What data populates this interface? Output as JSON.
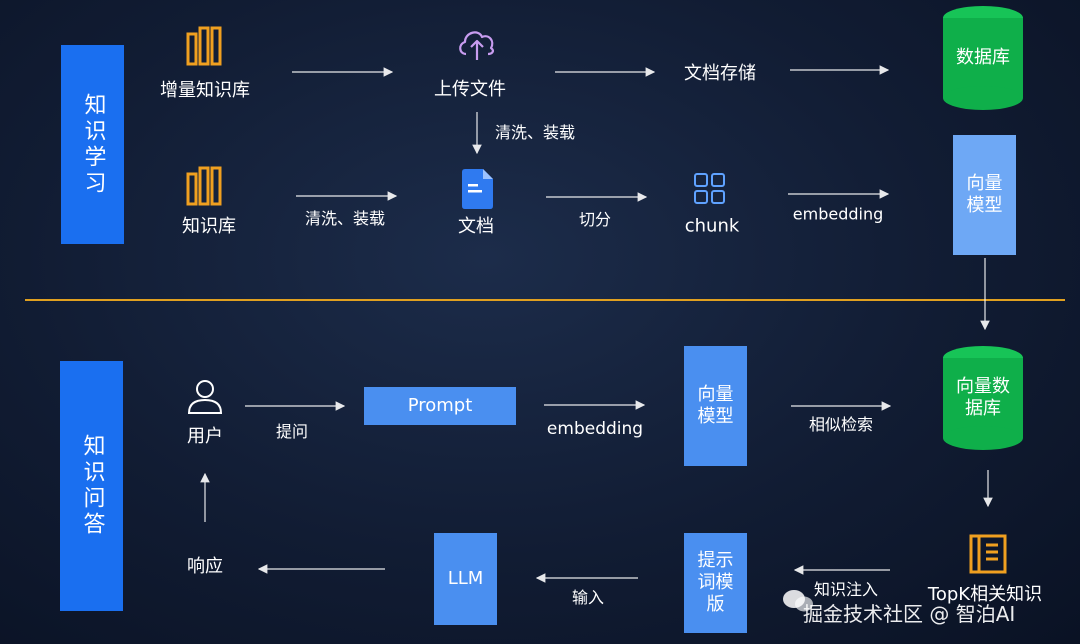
{
  "sections": {
    "learning": "知识学习",
    "qa": "知识问答"
  },
  "learning": {
    "incremental_kb": "增量知识库",
    "upload_file": "上传文件",
    "doc_storage": "文档存储",
    "database": "数据库",
    "clean_load_vertical": "清洗、装载",
    "kb": "知识库",
    "clean_load": "清洗、装载",
    "document": "文档",
    "split": "切分",
    "chunk": "chunk",
    "embedding": "embedding",
    "vector_model": "向量模型"
  },
  "qa": {
    "user": "用户",
    "ask": "提问",
    "prompt": "Prompt",
    "embedding": "embedding",
    "vector_model": "向量模型",
    "similarity_search": "相似检索",
    "vector_db": "向量数据库",
    "topk": "TopK相关知识",
    "knowledge_inject": "知识注入",
    "prompt_template": "提示词模版",
    "input": "输入",
    "llm": "LLM",
    "response": "响应"
  },
  "watermark": "掘金技术社区 @ 智泊AI",
  "colors": {
    "accent_blue": "#1a6ff0",
    "box_blue": "#4a8ff0",
    "db_green": "#0faf4a",
    "icon_orange": "#f0a020",
    "divider": "#e0a020"
  }
}
